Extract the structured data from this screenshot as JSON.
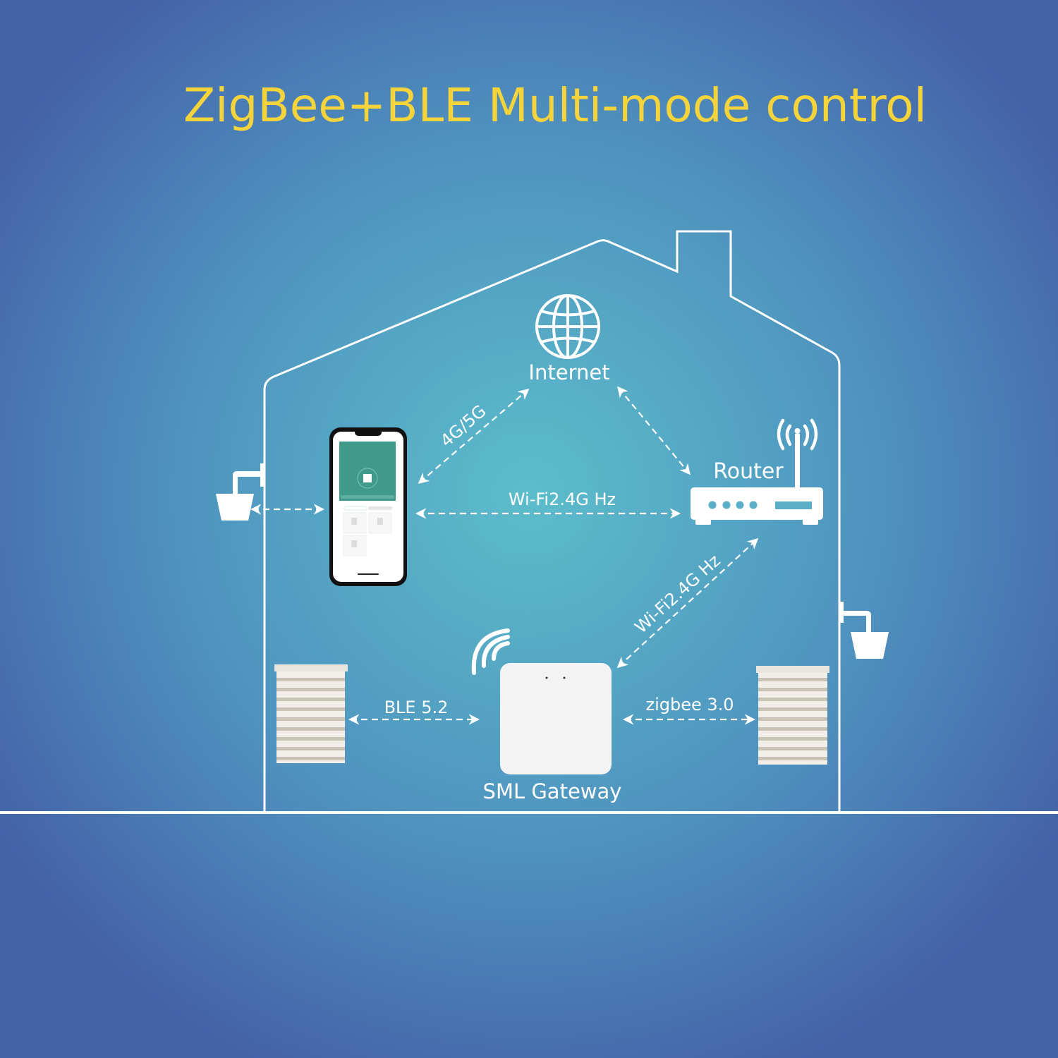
{
  "title": "ZigBee+BLE Multi-mode control",
  "nodes": {
    "internet": "Internet",
    "router": "Router",
    "gateway": "SML Gateway"
  },
  "links": {
    "phone_internet": "4G/5G",
    "phone_router": "Wi-Fi2.4G Hz",
    "router_gateway": "Wi-Fi2.4G Hz",
    "gateway_blind_left": "BLE 5.2",
    "gateway_blind_right": "zigbee 3.0"
  },
  "colors": {
    "title": "#f5d33a",
    "background_center": "#5cbdcb",
    "background_edge": "#4461a8",
    "phone_app_header": "#3f9a8a"
  },
  "icons": [
    "globe-icon",
    "router-icon",
    "smartphone-icon",
    "gateway-icon",
    "wifi-signal-icon",
    "faucet-icon",
    "window-blind-icon"
  ]
}
